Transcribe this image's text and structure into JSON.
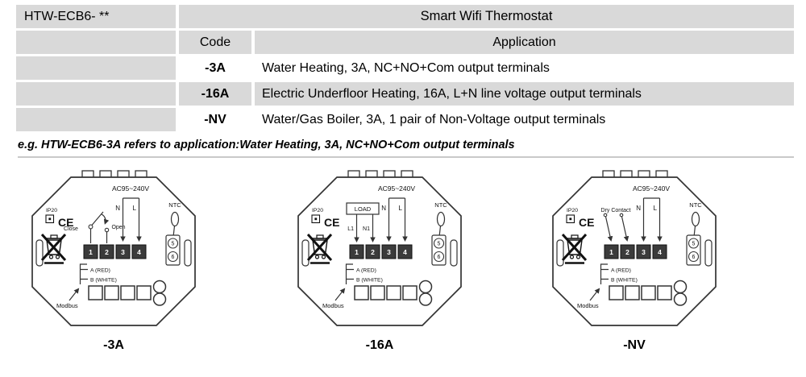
{
  "table": {
    "model": "HTW-ECB6- **",
    "title": "Smart Wifi Thermostat",
    "headers": {
      "code": "Code",
      "application": "Application"
    },
    "rows": [
      {
        "code": "-3A",
        "application": "Water Heating, 3A, NC+NO+Com output terminals"
      },
      {
        "code": "-16A",
        "application": "Electric Underfloor Heating, 16A, L+N line voltage output terminals"
      },
      {
        "code": "-NV",
        "application": "Water/Gas Boiler, 3A, 1 pair of Non-Voltage output terminals"
      }
    ]
  },
  "example_note": "e.g. HTW-ECB6-3A refers to application:Water Heating, 3A, NC+NO+Com output terminals",
  "colors": {
    "table_shade": "#d9d9d9",
    "line": "#333333",
    "terminal_fill": "#3b3b3b"
  },
  "diagrams": {
    "shared": {
      "power": "AC95~240V",
      "neutral": "N",
      "live": "L",
      "ntc": "NTC",
      "ip_rating": "IP20",
      "ce_mark": "CE",
      "terminal_1": "1",
      "terminal_2": "2",
      "terminal_3": "3",
      "terminal_4": "4",
      "terminal_5": "5",
      "terminal_6": "6",
      "rs485_a": "A (RED)",
      "rs485_b": "B (WHITE)",
      "modbus": "Modbus"
    },
    "variants": [
      {
        "caption": "-3A",
        "close": "Close",
        "open": "Open"
      },
      {
        "caption": "-16A",
        "load": "LOAD",
        "l1": "L1",
        "n1": "N1"
      },
      {
        "caption": "-NV",
        "dry_contact": "Dry Contact"
      }
    ]
  }
}
